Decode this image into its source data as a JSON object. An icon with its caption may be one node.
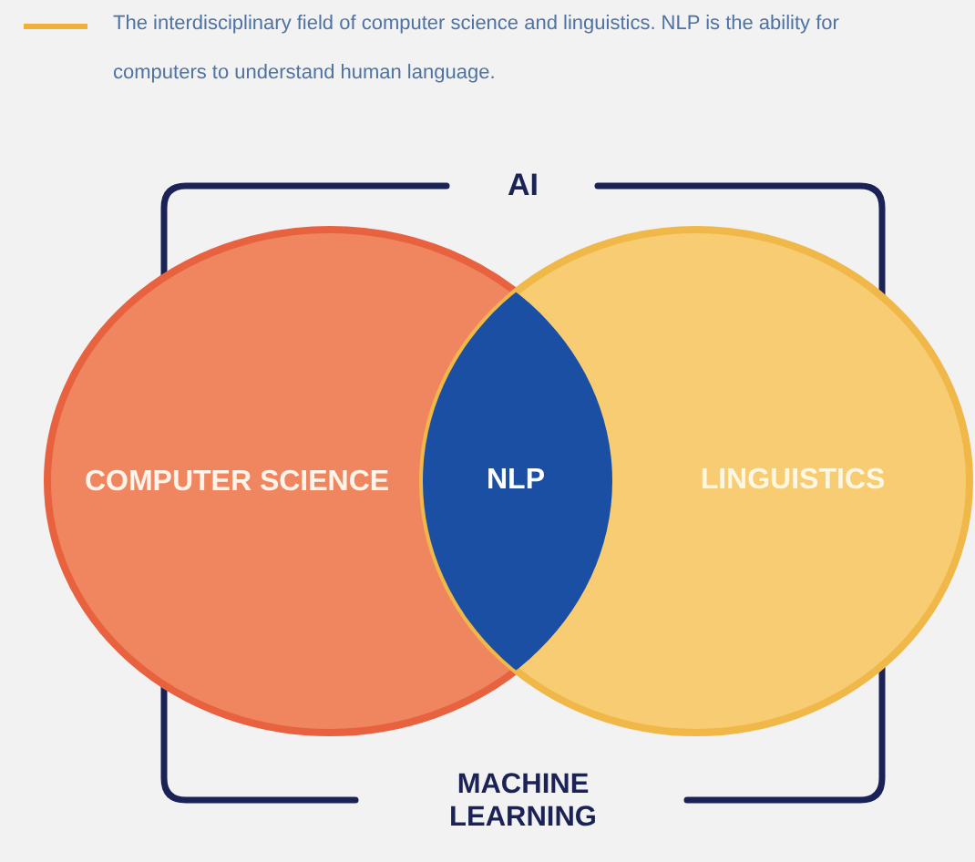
{
  "diagram": {
    "nodes": [
      {
        "text": [
          "AI",
          "MACHINE LEARNING"
        ]
      },
      {
        "text": [
          "COMPUTER SCIENCE"
        ]
      },
      {
        "text": [
          "NLP"
        ]
      },
      {
        "text": [
          "LINGUISTICS"
        ]
      }
    ],
    "edges": [],
    "legend": [
      {
        "text": "The interdisciplinary field of computer science and linguistics. NLP is the ability for computers to understand human language.",
        "color": "#f0b13c"
      }
    ]
  }
}
